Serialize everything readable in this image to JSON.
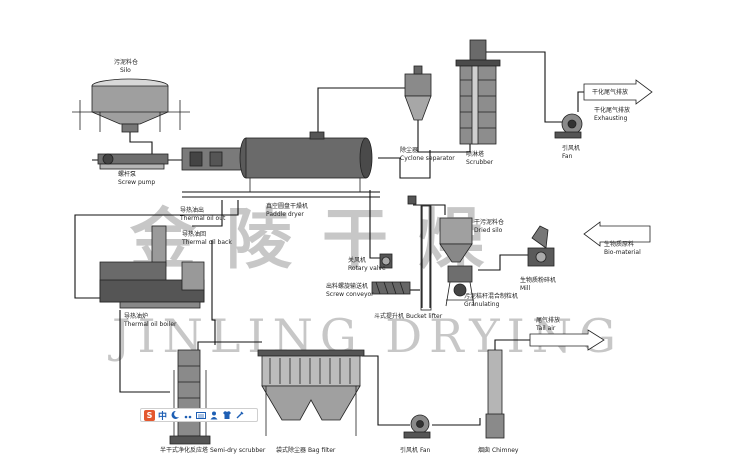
{
  "labels": {
    "silo_cn": "污泥料仓",
    "silo_en": "Silo",
    "screw_pump_cn": "螺杆泵",
    "screw_pump_en": "Screw pump",
    "paddle_cn": "真空圆盘干燥机",
    "paddle_en": "Paddle dryer",
    "cyclone_cn": "除尘器",
    "cyclone_en": "Cyclone separator",
    "scrubber_cn": "喷淋塔",
    "scrubber_en": "Scrubber",
    "fan_top_cn": "引风机",
    "fan_top_en": "Fan",
    "exhaust_cn": "干化尾气排放",
    "exhaust_en": "Exhausting",
    "exhaust_arrow": "干化尾气排放",
    "oil_out_cn": "导热油出",
    "oil_out_en": "Thermal oil out",
    "oil_back_cn": "导热油回",
    "oil_back_en": "Thermal oil back",
    "rotary_cn": "关风机",
    "rotary_en": "Rotary valve",
    "conveyor_cn": "出料螺旋输送机",
    "conveyor_en": "Screw conveyor",
    "boiler_cn": "导热油炉",
    "boiler_en": "Thermal oil boiler",
    "bucket_cn": "斗式提升机",
    "bucket_en": "Bucket lifter",
    "dried_silo_cn": "干污泥料仓",
    "dried_silo_en": "Dried silo",
    "gran_cn": "污泥秸秆混合制粒机",
    "gran_en": "Granulating",
    "mill_cn": "生物质粉碎机",
    "mill_en": "Mill",
    "bio_cn": "生物质原料",
    "bio_en": "Bio-material",
    "tail_cn": "尾气排放",
    "tail_en": "Tail air",
    "semi_cn": "半干式净化反应塔",
    "semi_en": "Semi-dry scrubber",
    "bag_cn": "袋式除尘器",
    "bag_en": "Bag filter",
    "fan_bot_cn": "引风机",
    "fan_bot_en": "Fan",
    "chimney_cn": "烟囱",
    "chimney_en": "Chimney"
  },
  "watermark": {
    "cn": "金陵干燥",
    "en": "JINLING DRYING"
  },
  "ime_toolbar": {
    "logo": "S",
    "mode": "中"
  }
}
